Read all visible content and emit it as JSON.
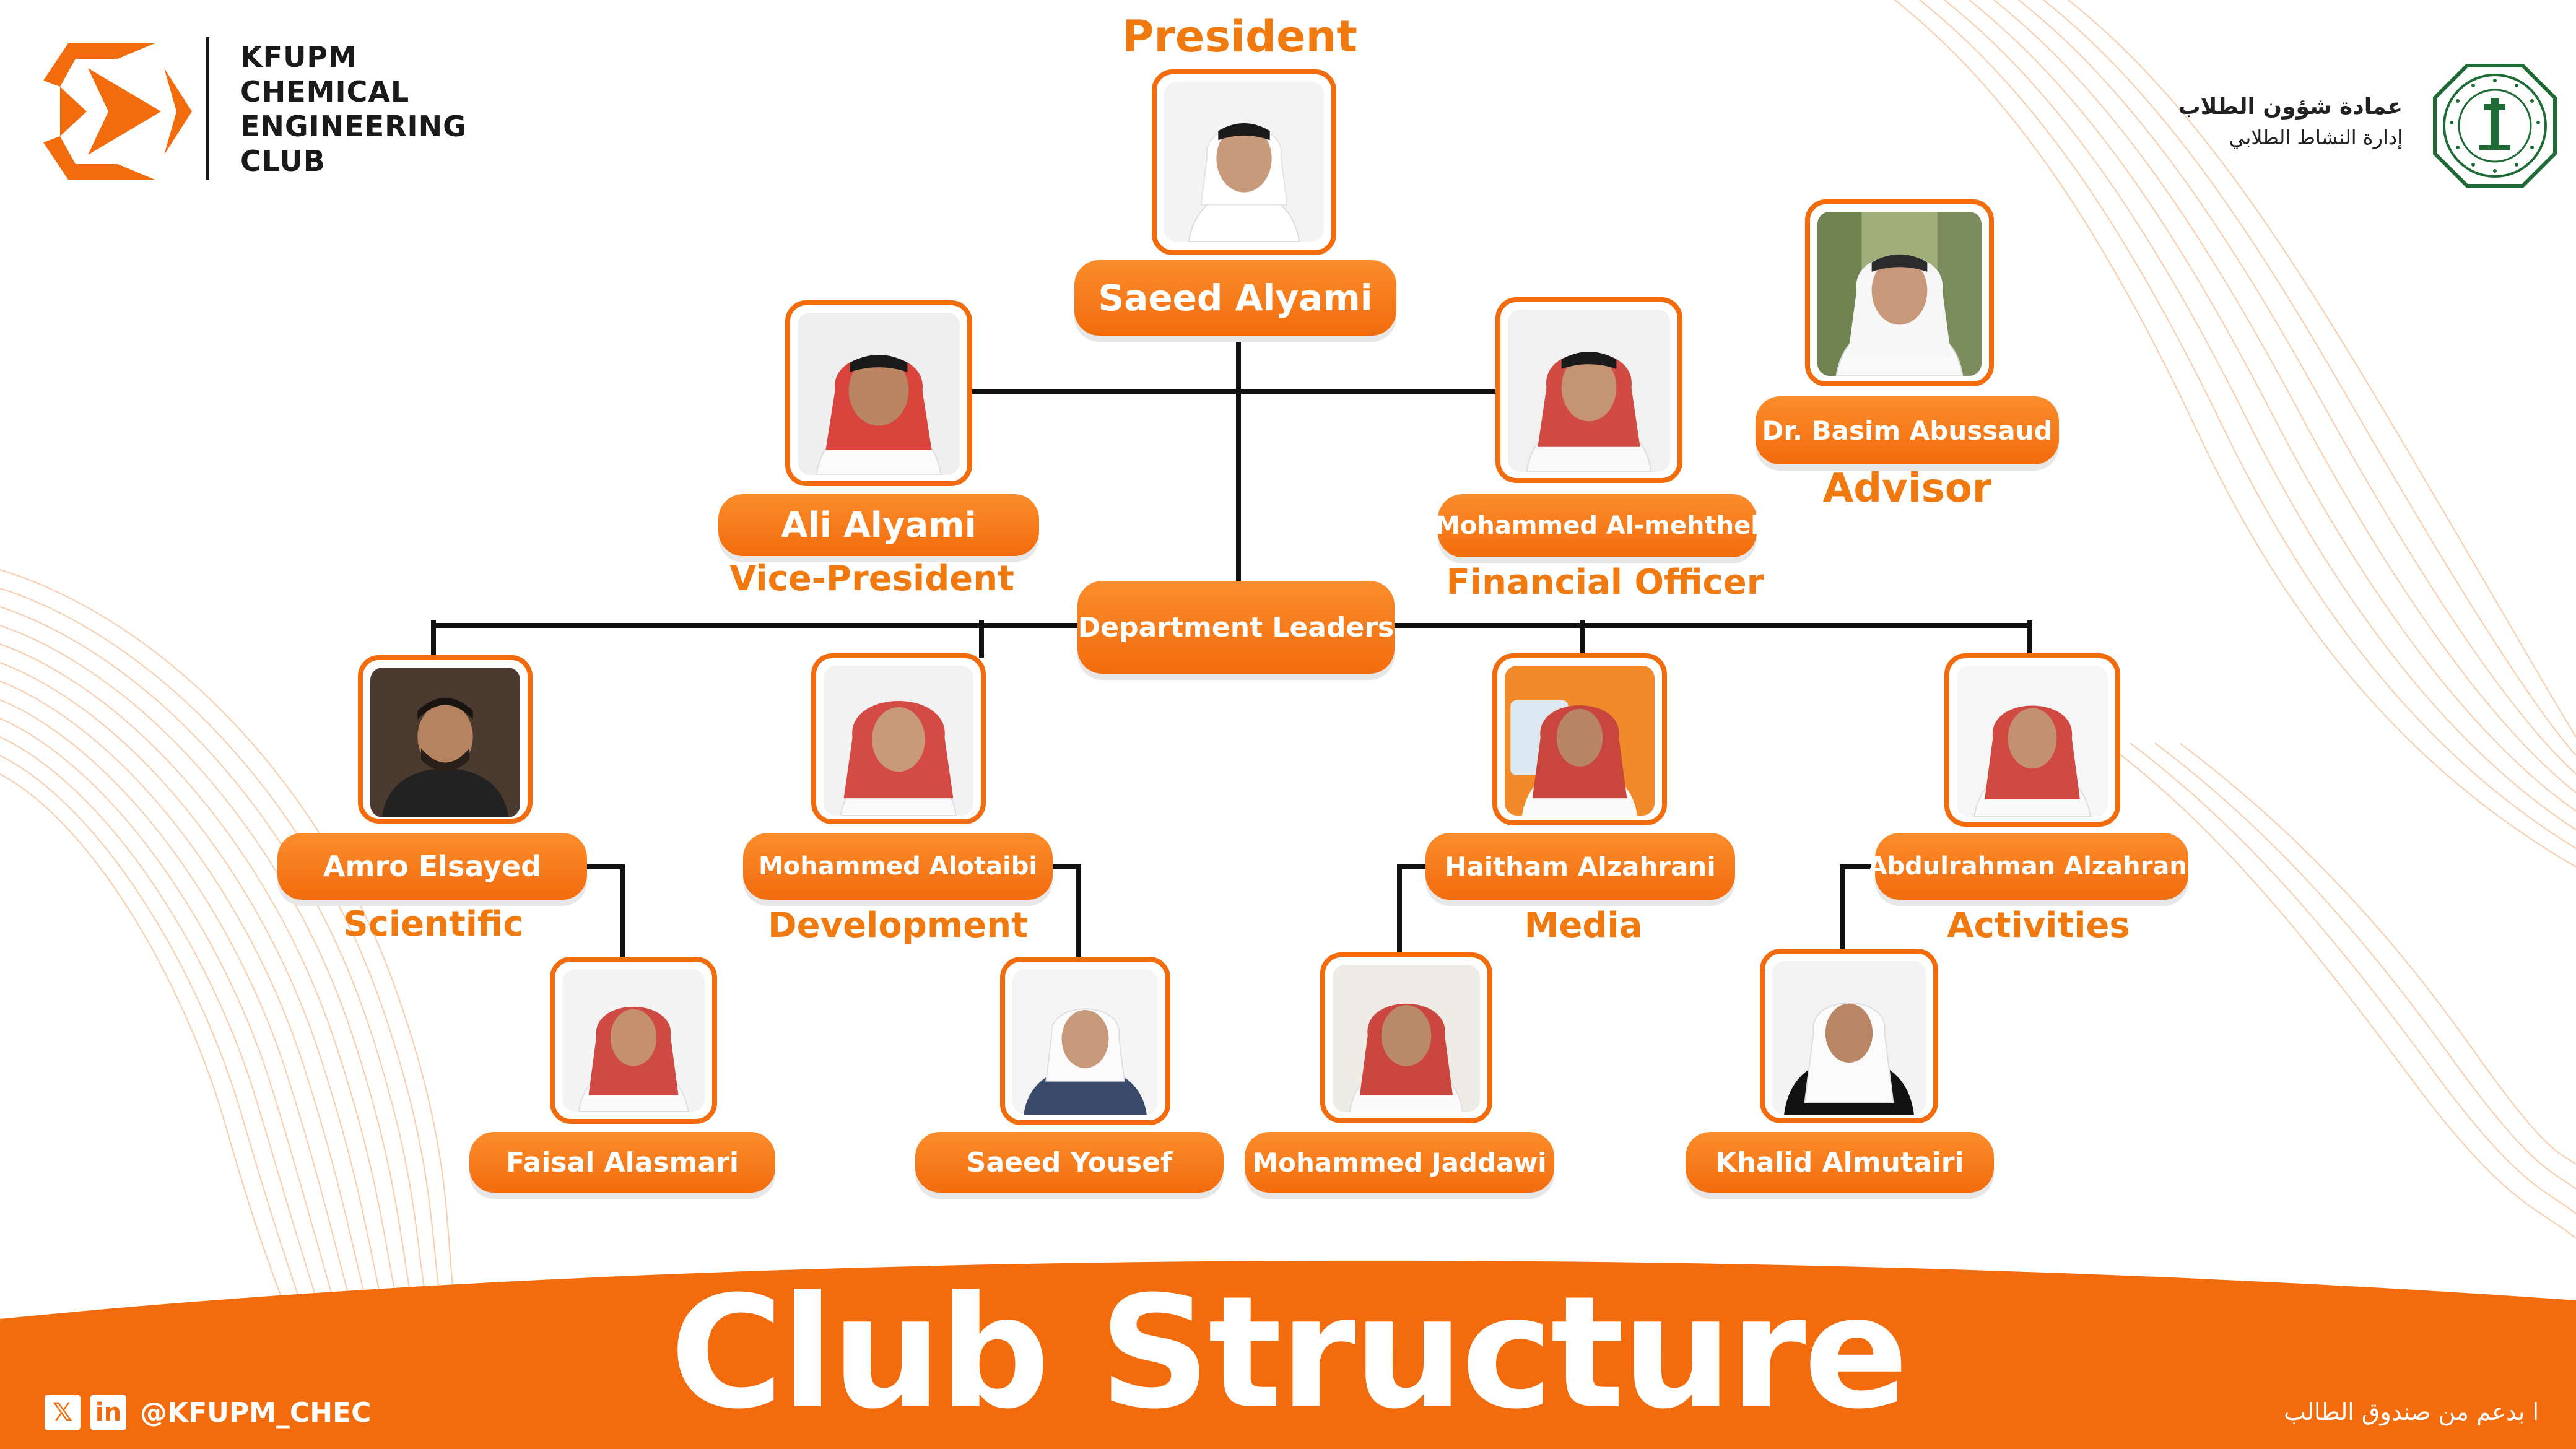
{
  "logo": {
    "icon": "play-triangle-logo",
    "lines": [
      "KFUPM",
      "CHEMICAL",
      "ENGINEERING",
      "CLUB"
    ]
  },
  "deanship": {
    "line1": "عمادة شؤون الطلاب",
    "line2": "إدارة النشاط الطلابي",
    "seal_icon": "kfupm-seal"
  },
  "org": {
    "president": {
      "role": "President",
      "name": "Saeed Alyami"
    },
    "vice_president": {
      "role": "Vice-President",
      "name": "Ali Alyami"
    },
    "financial_officer": {
      "role": "Financial Officer",
      "name": "Mohammed Al-mehthel"
    },
    "advisor": {
      "role": "Advisor",
      "name": "Dr. Basim Abussaud"
    },
    "department_leaders_label": "Department Leaders",
    "departments": [
      {
        "title": "Scientific",
        "leader": "Amro Elsayed",
        "member": "Faisal Alasmari"
      },
      {
        "title": "Development",
        "leader": "Mohammed Alotaibi",
        "member": "Saeed Yousef"
      },
      {
        "title": "Media",
        "leader": "Haitham Alzahrani",
        "member": "Mohammed Jaddawi"
      },
      {
        "title": "Activities",
        "leader": "Abdulrahman Alzahrani",
        "member": "Khalid Almutairi"
      }
    ]
  },
  "footer": {
    "title": "Club Structure",
    "social_icons": [
      "x-icon",
      "linkedin-icon"
    ],
    "handle": "@KFUPM_CHEC",
    "support_text": "ا بدعم من صندوق الطالب"
  },
  "colors": {
    "accent": "#f26c0d",
    "accent_light": "#fb8d2c",
    "title_orange": "#f07a10",
    "text_dark": "#1a1a1a",
    "seal_green": "#1f6b36"
  }
}
